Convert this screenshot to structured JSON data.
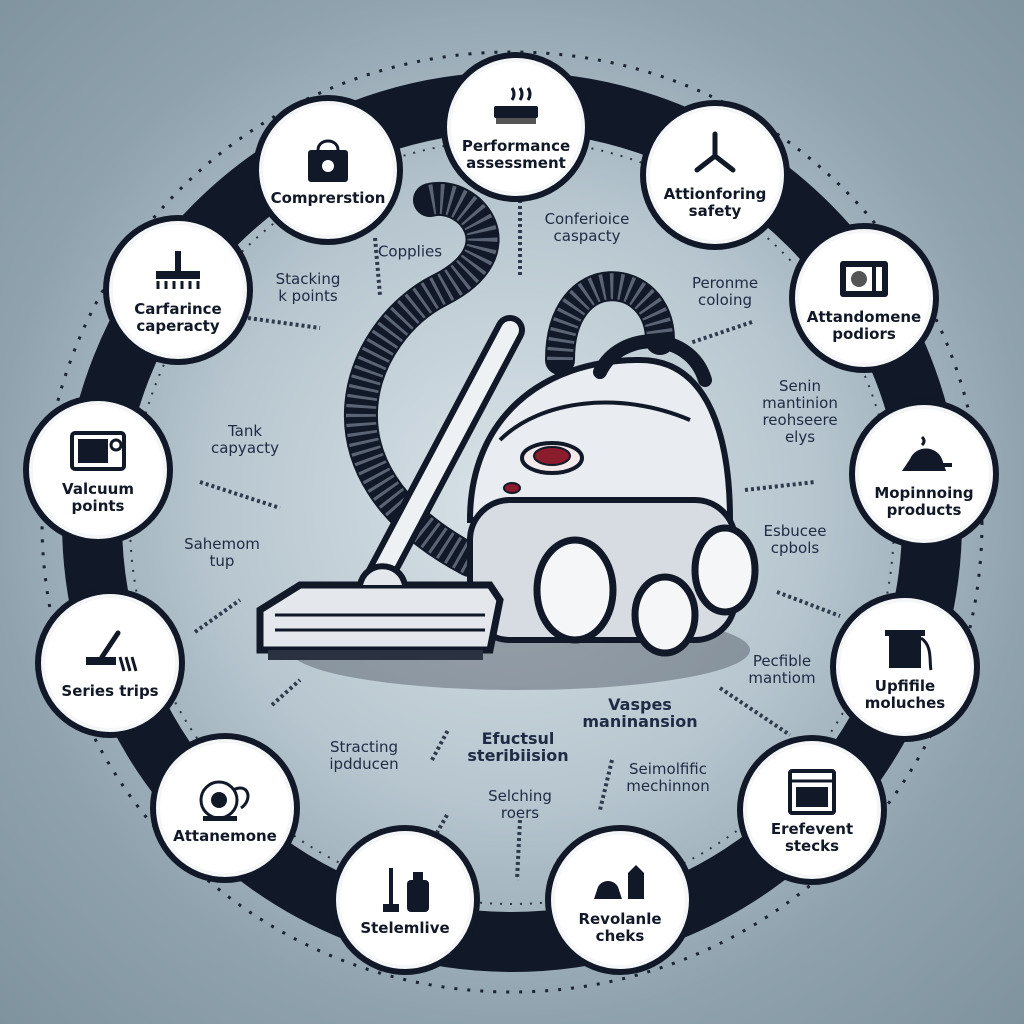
{
  "nodes": [
    {
      "label": "Performance assessment",
      "icon": "brush-icon"
    },
    {
      "label": "Attionforing safety",
      "icon": "hose-nozzle-icon"
    },
    {
      "label": "Attandomene podiors",
      "icon": "microwave-icon"
    },
    {
      "label": "Mopinnoing products",
      "icon": "iron-icon"
    },
    {
      "label": "Upfifile moluches",
      "icon": "bin-icon"
    },
    {
      "label": "Erefevent stecks",
      "icon": "oven-icon"
    },
    {
      "label": "Revolanle cheks",
      "icon": "iron-bottle-icon"
    },
    {
      "label": "Stelemlive",
      "icon": "mop-bottle-icon"
    },
    {
      "label": "Attanemone",
      "icon": "steam-machine-icon"
    },
    {
      "label": "Series trips",
      "icon": "squeegee-icon"
    },
    {
      "label": "Valcuum points",
      "icon": "tablet-icon"
    },
    {
      "label": "Carfarince caperacty",
      "icon": "floor-brush-icon"
    },
    {
      "label": "Comprerstion",
      "icon": "bag-icon"
    }
  ],
  "floating_labels": [
    {
      "text": "Conferioice\ncaspacty"
    },
    {
      "text": "Copplies"
    },
    {
      "text": "Stacking\nk points"
    },
    {
      "text": "Peronme\ncoloing"
    },
    {
      "text": "Senin\nmantinion\nreohseere\nelys"
    },
    {
      "text": "Tank\ncapyacty"
    },
    {
      "text": "Esbucee\ncpbols"
    },
    {
      "text": "Sahemom\ntup"
    },
    {
      "text": "Pecfible\nmantiom"
    },
    {
      "text": "Vaspes\nmaninansion"
    },
    {
      "text": "Efuctsul\nsteribiision"
    },
    {
      "text": "Stracting\nipdducen"
    },
    {
      "text": "Selching\nroers"
    },
    {
      "text": "Seimolfific\nmechinnon"
    }
  ],
  "colors": {
    "ring": "#111827",
    "node_fill": "#ffffff",
    "label": "#1f2a44",
    "accent": "#8b1c2c",
    "background": "#a6b6c0"
  }
}
